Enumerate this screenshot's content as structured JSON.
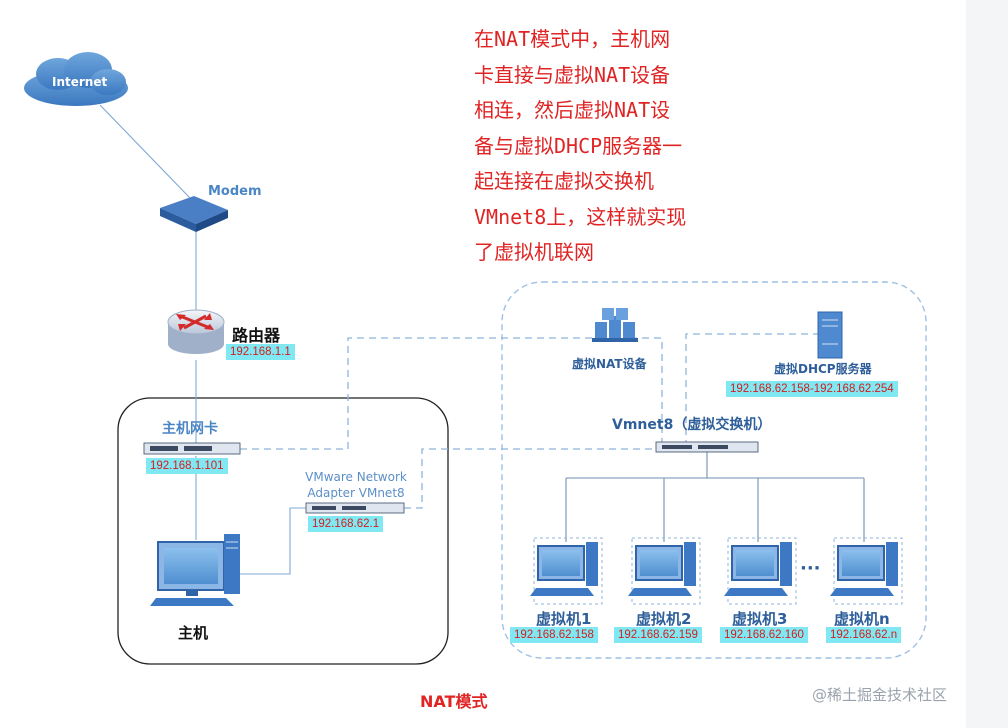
{
  "description": "在NAT模式中，主机网\n卡直接与虚拟NAT设备\n相连，然后虚拟NAT设\n备与虚拟DHCP服务器一\n起连接在虚拟交换机\nVMnet8上，这样就实现\n了虚拟机联网",
  "internet": {
    "label": "Internet"
  },
  "modem": {
    "label": "Modem"
  },
  "router": {
    "label": "路由器",
    "ip": "192.168.1.1"
  },
  "host": {
    "nic_label": "主机网卡",
    "nic_ip": "192.168.1.101",
    "adapter_label_1": "VMware Network",
    "adapter_label_2": "Adapter VMnet8",
    "adapter_ip": "192.168.62.1",
    "pc_label": "主机"
  },
  "nat_device": {
    "label": "虚拟NAT设备"
  },
  "dhcp": {
    "label": "虚拟DHCP服务器",
    "range": "192.168.62.158-192.168.62.254"
  },
  "vmnet8": {
    "label": "Vmnet8（虚拟交换机）"
  },
  "vms": [
    {
      "label": "虚拟机1",
      "ip": "192.168.62.158"
    },
    {
      "label": "虚拟机2",
      "ip": "192.168.62.159"
    },
    {
      "label": "虚拟机3",
      "ip": "192.168.62.160"
    },
    {
      "label": "虚拟机n",
      "ip": "192.168.62.n"
    }
  ],
  "ellipsis": "···",
  "title": "NAT模式",
  "watermark": "@稀土掘金技术社区",
  "colors": {
    "text_red": "#e02424",
    "ip_bg": "#7fe8f2",
    "line_blue": "#7fa8d6",
    "device_blue": "#3d78c4"
  }
}
